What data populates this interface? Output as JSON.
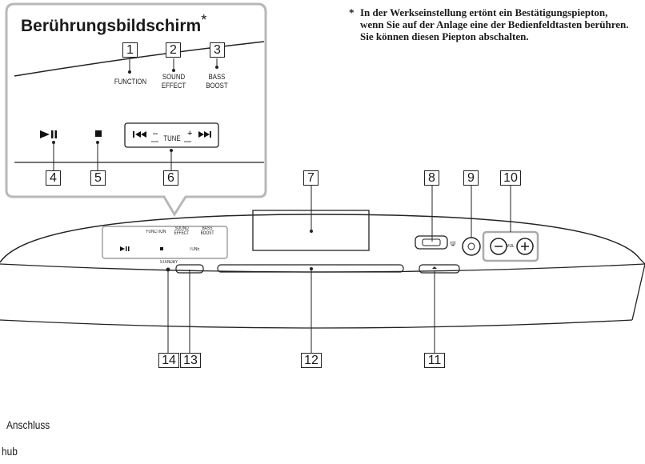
{
  "panel": {
    "title": "Berührungsbildschirm",
    "title_star": "*",
    "function_label": "FUNCTION",
    "sound_effect_label": "SOUND\nEFFECT",
    "bass_boost_label": "BASS\nBOOST",
    "tune_label": "TUNE"
  },
  "footnote": {
    "star": "*",
    "text": "In der Werkseinstellung ertönt ein Bestätigungspiepton, wenn Sie auf der Anlage eine der Bedienfeldtasten berühren. Sie können diesen Piepton abschalten."
  },
  "callouts": [
    "1",
    "2",
    "3",
    "4",
    "5",
    "6",
    "7",
    "8",
    "9",
    "10",
    "11",
    "12",
    "13",
    "14"
  ],
  "device": {
    "function_label": "FUNCTION",
    "sound_effect_label": "SOUND\nEFFECT",
    "bass_boost_label": "BASS\nBOOST",
    "tune_label": "TUNE",
    "standby_label": "STANDBY",
    "vol_label": "VOL"
  },
  "bottom_text": {
    "line1": "Anschluss",
    "line2": "hub"
  }
}
